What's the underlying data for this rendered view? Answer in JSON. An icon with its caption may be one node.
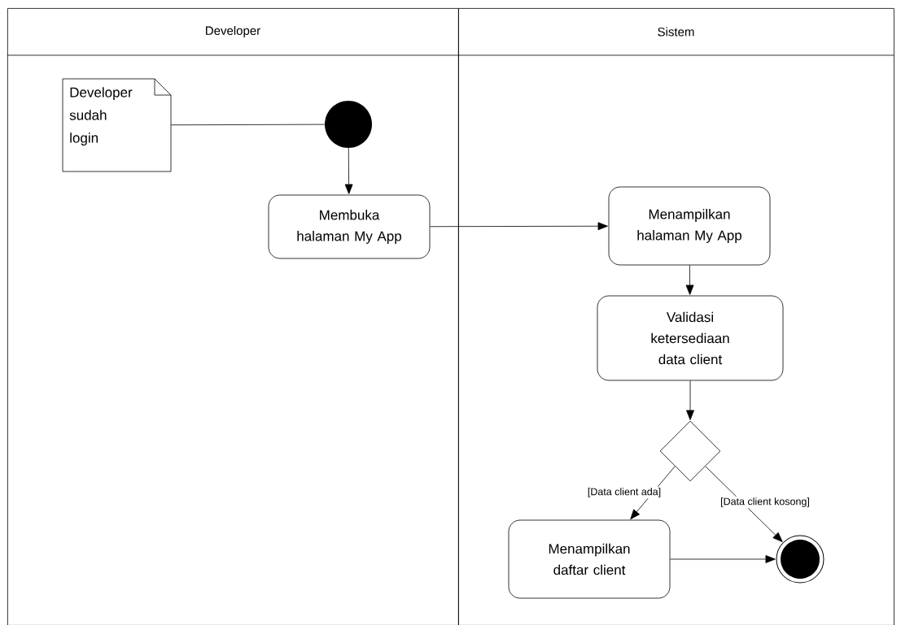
{
  "diagram": {
    "nodes": [
      {
        "text": [
          "Developer"
        ]
      },
      {
        "text": [
          "Sistem"
        ]
      },
      {
        "text": [
          "Developer sudah login"
        ],
        "in": 0
      },
      {
        "text": [],
        "shape": "circle",
        "in": 0
      },
      {
        "text": [
          "Membuka halaman My App"
        ],
        "in": 0
      },
      {
        "text": [
          "Menampilkan halaman My App"
        ],
        "in": 1
      },
      {
        "text": [
          "Validasi ketersediaan data client"
        ],
        "in": 1
      },
      {
        "text": [],
        "shape": "diamond",
        "in": 1
      },
      {
        "text": [
          "Menampilkan daftar client"
        ],
        "in": 1
      },
      {
        "text": [],
        "shape": "circle",
        "in": 1
      }
    ],
    "edges": [
      {
        "from": 2,
        "to": 3,
        "arrow": "none"
      },
      {
        "from": 3,
        "to": 4,
        "arrow": "to"
      },
      {
        "from": 4,
        "to": 5,
        "arrow": "to"
      },
      {
        "from": 5,
        "to": 6,
        "arrow": "to"
      },
      {
        "from": 6,
        "to": 7,
        "arrow": "to"
      },
      {
        "from": 7,
        "to": 8,
        "arrow": "to",
        "label": "[Data client ada]"
      },
      {
        "from": 7,
        "to": 9,
        "arrow": "to",
        "label": "[Data client kosong]"
      },
      {
        "from": 8,
        "to": 9,
        "arrow": "to"
      }
    ]
  }
}
